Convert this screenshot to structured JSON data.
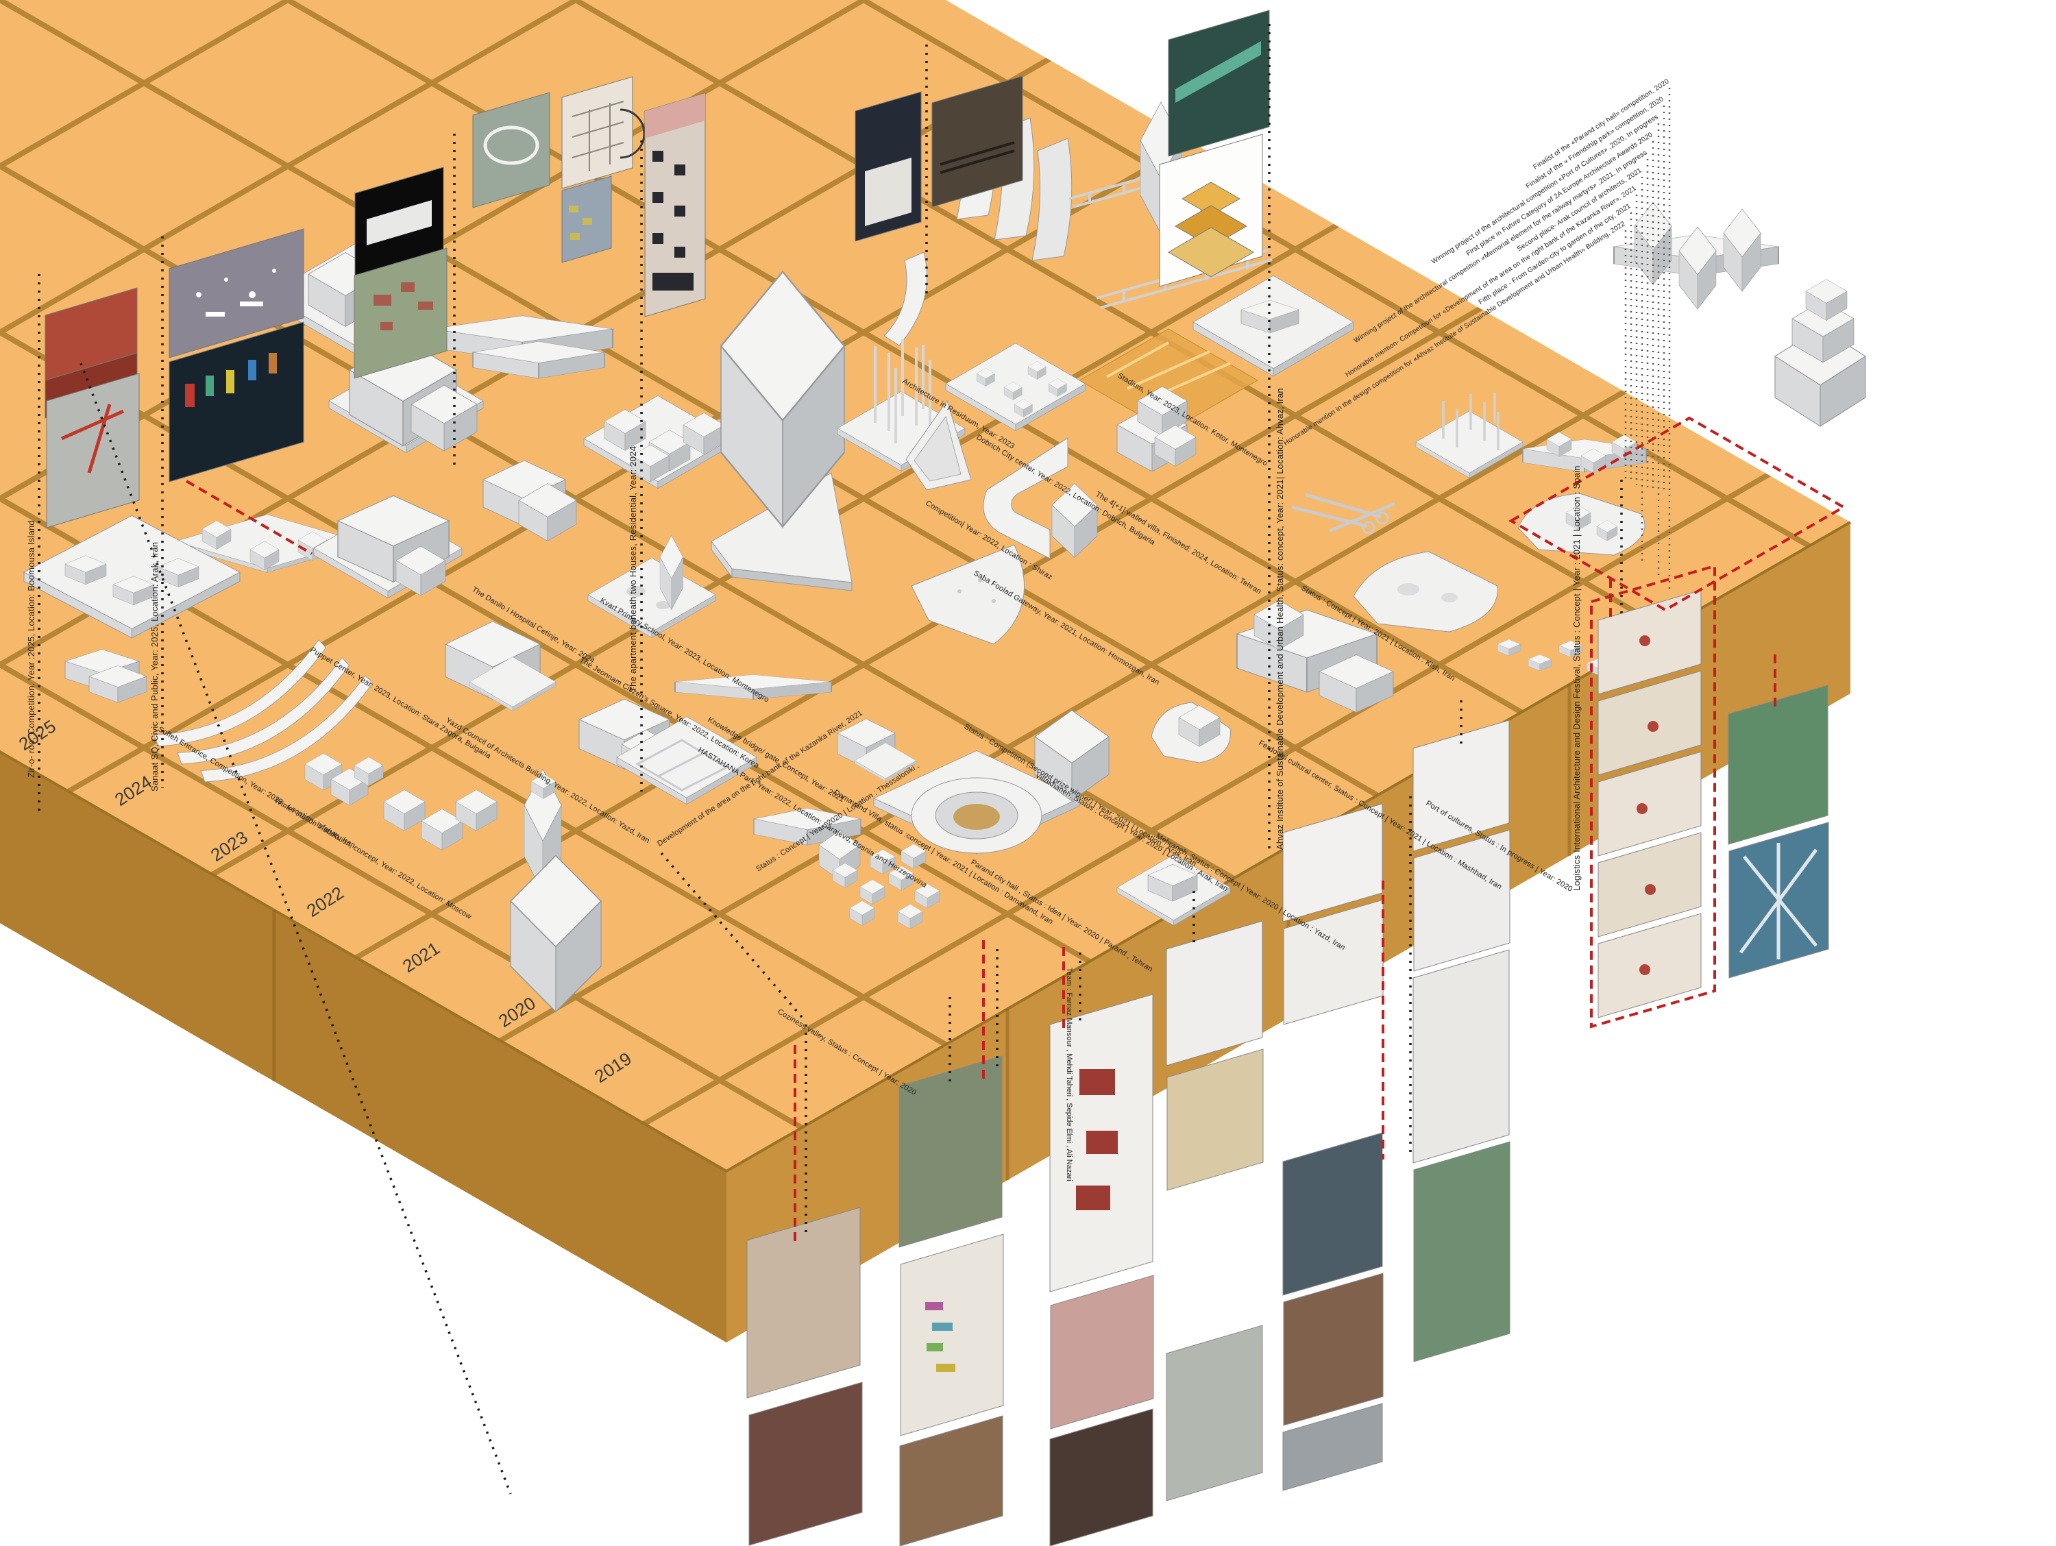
{
  "title": "Isometric architecture portfolio timeline",
  "colors": {
    "background": "#ffffff",
    "plane_top": "#F6B96B",
    "plane_side_right": "#C8923E",
    "plane_side_left": "#B17D2E",
    "grid_line": "#AA7C2C",
    "leader_black": "#1a1a1a",
    "leader_red": "#C41F1F",
    "model_top": "#F4F4F3",
    "model_left": "#D8DADB",
    "model_right": "#BFC2C5"
  },
  "years": [
    "2025",
    "2024",
    "2023",
    "2022",
    "2021",
    "2020",
    "2019"
  ],
  "awards": [
    "Finalist of the «Parand city hall» competition, 2020",
    "Finalist of the « Friendship park» competition, 2020",
    "Winning project of the architectural competition «Port of Cultures» ,2020, In progress",
    "First place in Future Category of 2A Europe Architecture Awards 2020",
    "Winning project of the architectural competition «Memorial element for the railway martyrs» ,2021, In progress",
    "Second place- Arak council of architects, 2021",
    "Honorable mention- Competition for «Development of the area on the right bank of the Kazanka River», 2021",
    "Fifth place - From Garden-city to garden of the city, 2021",
    "Honorable mention in the design competition for «Ahvaz Institute of Sustainable Development and Urban Health» Building, 2022"
  ],
  "plane_captions": [
    "Kvart Primary School, Year: 2023, Location: Montenegro",
    "HASTAHANA Park, Year: 2022, Location: Sarajevo, Bosnia and Herzegovina",
    "The Jeonnam Citizen's Square, Year: 2022,    Location: Korea",
    "Knowledge bridge/ gate, Concept, Year: 2021",
    "Development of the area on the right bank of the Kazanka River, 2021",
    "Dobrich City center, Year: 2022, Location: Dobrich, Bulgaria",
    "Saba Foolad Gateway, Year: 2021, Location: Hormozgan, Iran",
    "The 4[+1] walled villa, Finished: 2024, Location: Tehran",
    "Puppet Center, Year: 2023, Location: Stara Zagora, Bulgaria",
    "Yazd Council of Architects Building, Year: 2022, Location: Yazd, Iran",
    "The Danilo I Hospital Cetinje, Year: 2024",
    "Soffeh Entrance, Competition, Year: 2023 , Location: Isfahan, Iran",
    "Winter station installation, concept, Year: 2022, Location: Moscow",
    "Damavand Villa, status :concept | Year: 2021 | Location : Damavand, Iran",
    "Parand city hall , Status : Idea | Year: 2020 | Parand , Tehran",
    "Villakhaneh, Status : Concept | Year: 2020 | Location : Arak, Iran",
    "Status : Competition (Second prize winner) | Year: 2021 | Location : Arak, Iran",
    "Coziness valley, Status : Concept | Year: 2020",
    "Status : Concept | Year: 2020 | Location : Thessaloniki ,",
    "Ferdowsi cultural center, Status : Concept | Year: 2021 | Location : Mashhad, Iran",
    "Port of cultures, Status : In progress | Year: 2020",
    "Mehraneh, Status : Concept | Year: 2020 | Location : Yazd, Iran",
    "Status : Concept | Year: 2021 | Location : Kish, Iran",
    "Architecture in Residuum, Year: 2023",
    "Stadium, Year: 2023, Location: Kotor, Montenegro",
    "Competition| Year: 2022, Location : Shiraz"
  ],
  "vertical_captions": [
    "Zir-o- roo, Competition. Year :2025, Location: Boomousa Island",
    "Sanaat SQ, Civic and Public, Year: 2025, Location: Arak, Iran",
    "The apartment beneath two Houses, Residential, Year: 2024",
    "Ahvaz Institute of Sustainable Development and Urban Health, Status: concept, Year: 2021| Location: Ahvaz, Iran",
    "Team : Farnaz Mansour , Mehdi Taheri , Sepide Elmi , Ali Nazari",
    "Logistics International Architecture and Design Festival, Status : Concept | Year : 2021 | Location : Spain"
  ]
}
